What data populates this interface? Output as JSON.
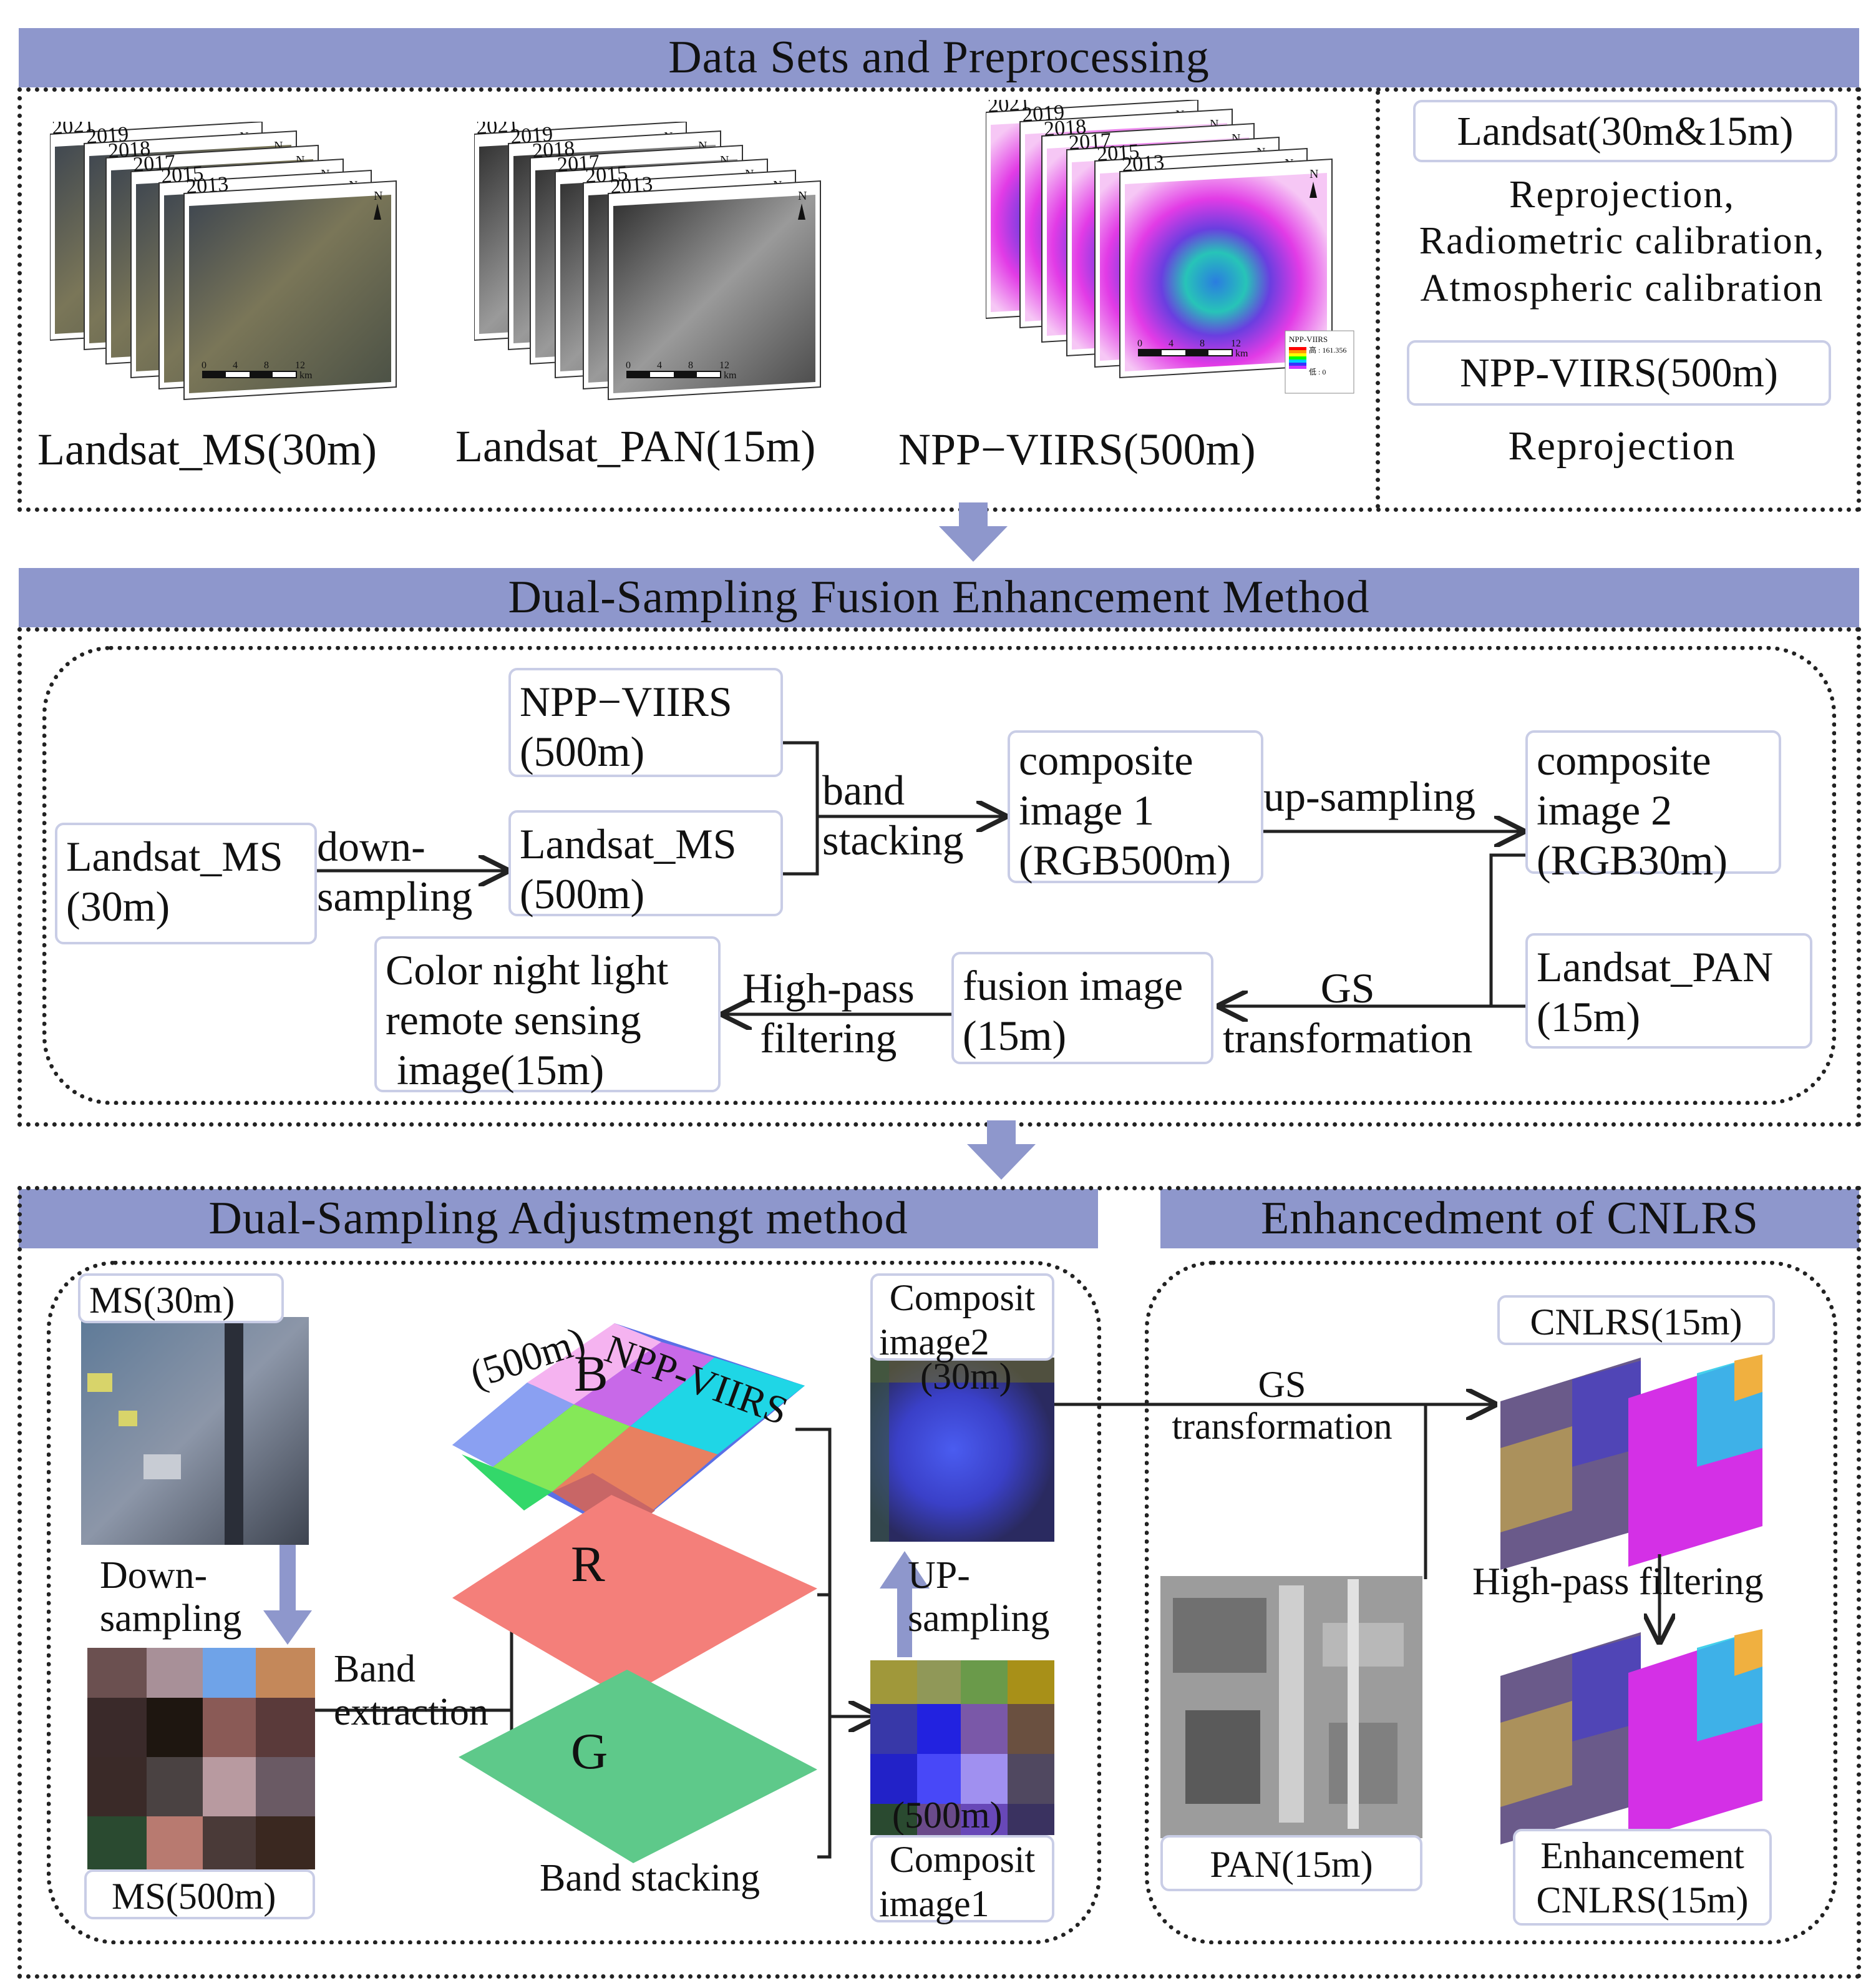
{
  "header1": "Data Sets and Preprocessing",
  "header2": "Dual-Sampling Fusion Enhancement Method",
  "header3": "Dual-Sampling Adjustmengt method",
  "header4": "Enhancedment of CNLRS",
  "datasets": {
    "years_ms": [
      "2021",
      "2019",
      "2018",
      "2017",
      "2015",
      "2013"
    ],
    "years_pan": [
      "2021",
      "2019",
      "2018",
      "2017",
      "2015",
      "2013"
    ],
    "years_viirs": [
      "2021",
      "2019",
      "2018",
      "2017",
      "2015",
      "2013"
    ],
    "ms_label": "Landsat_MS(30m)",
    "pan_label": "Landsat_PAN(15m)",
    "viirs_label": "NPP−VIIRS(500m)",
    "map_scale": [
      "0",
      "4",
      "8",
      "12"
    ],
    "map_unit": "km",
    "north": "N",
    "legend_title": "NPP-VIIRS",
    "legend_high": "高 : 161.356",
    "legend_low": "低 : 0"
  },
  "preprocess": {
    "landsat_box": "Landsat(30m&15m)",
    "landsat_steps": [
      "Reprojection,",
      "Radiometric calibration,",
      "Atmospheric calibration"
    ],
    "viirs_box": "NPP-VIIRS(500m)",
    "viirs_step": "Reprojection"
  },
  "fusion": {
    "ms30": [
      "Landsat_MS",
      "(30m)"
    ],
    "down": [
      "down-",
      "sampling"
    ],
    "viirs": [
      "NPP−VIIRS",
      "(500m)"
    ],
    "ms500": [
      "Landsat_MS",
      "(500m)"
    ],
    "band": [
      "band",
      "stacking"
    ],
    "comp1": [
      "composite",
      "image 1",
      "(RGB500m)"
    ],
    "up": "up-sampling",
    "comp2": [
      "composite",
      "image 2",
      "(RGB30m)"
    ],
    "pan": [
      "Landsat_PAN",
      "(15m)"
    ],
    "gs": [
      "GS",
      "transformation"
    ],
    "fusion": [
      "fusion image",
      "(15m)"
    ],
    "hp": [
      "High-pass",
      "filtering"
    ],
    "color": [
      "Color night light",
      "remote sensing",
      "image(15m)"
    ]
  },
  "dsa": {
    "ms30": "MS(30m)",
    "down": [
      "Down-",
      "sampling"
    ],
    "ms500": "MS(500m)",
    "band_extraction": [
      "Band",
      "extraction"
    ],
    "npp": "NPP-VIIRS",
    "res500": "(500m)",
    "b": "B",
    "r": "R",
    "g": "G",
    "band_stacking": "Band stacking",
    "comp2": [
      "Composit",
      "image2"
    ],
    "res30": "(30m)",
    "up": [
      "UP-",
      "sampling"
    ],
    "res500b": "(500m)",
    "comp1": [
      "Composit",
      "image1"
    ]
  },
  "enh": {
    "gs": [
      "GS",
      "transformation"
    ],
    "cnlrs": "CNLRS(15m)",
    "hp": "High-pass filtering",
    "pan": "PAN(15m)",
    "enh": [
      "Enhancement",
      "CNLRS(15m)"
    ]
  },
  "colors": {
    "header": "#8e97cc",
    "arrow": "#8e97cc",
    "box_border": "#c9cde6",
    "blue_layer": "#5b6fe6",
    "red_layer": "#f47f7a",
    "green_layer": "#5ec98a"
  }
}
